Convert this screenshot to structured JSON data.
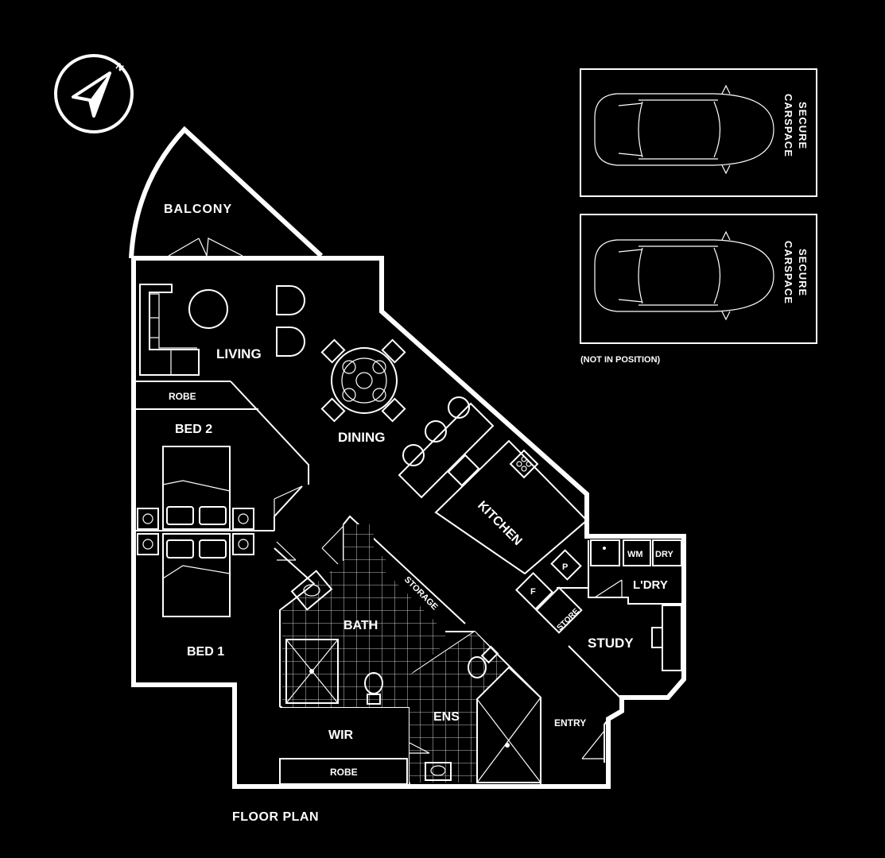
{
  "compass": {
    "letter": "N",
    "icon": "north-arrow-icon"
  },
  "rooms": {
    "balcony": "BALCONY",
    "living": "LIVING",
    "robe_top": "ROBE",
    "bed2": "BED 2",
    "dining": "DINING",
    "kitchen": "KITCHEN",
    "storage": "STORAGE",
    "bath": "BATH",
    "bed1": "BED 1",
    "ens": "ENS",
    "wir": "WIR",
    "robe_bottom": "ROBE",
    "study": "STUDY",
    "entry": "ENTRY",
    "laundry": "L'DRY",
    "wm": "WM",
    "dry": "DRY",
    "p": "P",
    "f": "F",
    "store": "STORE"
  },
  "carspaces": {
    "label_line1": "SECURE",
    "label_line2": "CARSPACE",
    "note": "(NOT IN POSITION)"
  },
  "plan_title": "FLOOR PLAN"
}
